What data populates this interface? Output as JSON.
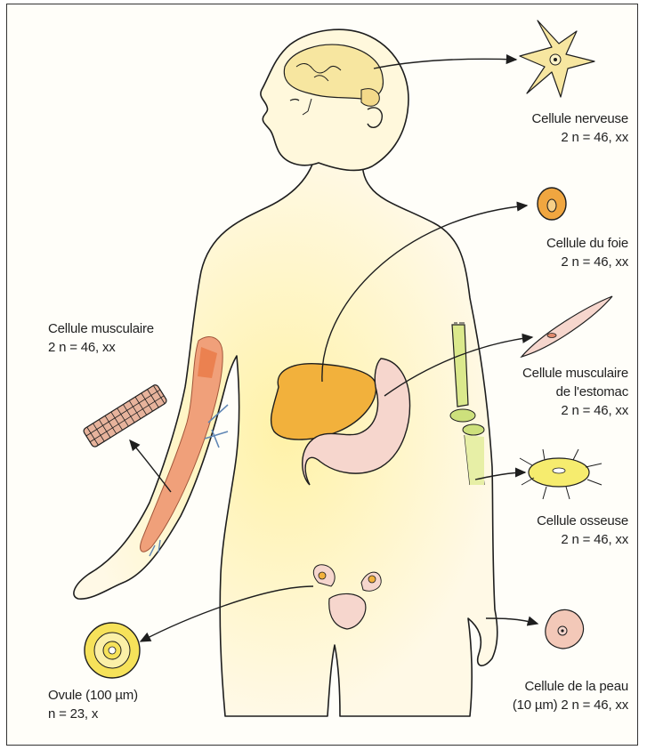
{
  "colors": {
    "skin": "#fff5cf",
    "outline": "#1e1e1e",
    "organ_orange": "#f2b13c",
    "stomach_pink": "#f6d6cd",
    "muscle_red": "#e08a6e",
    "bone_green": "#d9ea8a",
    "yellow_cell": "#f6e25a"
  },
  "labels": {
    "nerve": {
      "name": "Cellule nerveuse",
      "count": "2 n = 46, xx"
    },
    "liver": {
      "name": "Cellule du foie",
      "count": "2 n = 46, xx"
    },
    "muscle": {
      "name": "Cellule musculaire",
      "count": "2 n = 46, xx"
    },
    "stomach": {
      "name1": "Cellule musculaire",
      "name2": "de l'estomac",
      "count": "2 n = 46, xx"
    },
    "bone": {
      "name": "Cellule osseuse",
      "count": "2 n = 46, xx"
    },
    "ovule": {
      "name": "Ovule (100 µm)",
      "count": "n = 23, x"
    },
    "skin": {
      "name": "Cellule de la peau",
      "count": "(10 µm) 2 n = 46, xx"
    }
  }
}
